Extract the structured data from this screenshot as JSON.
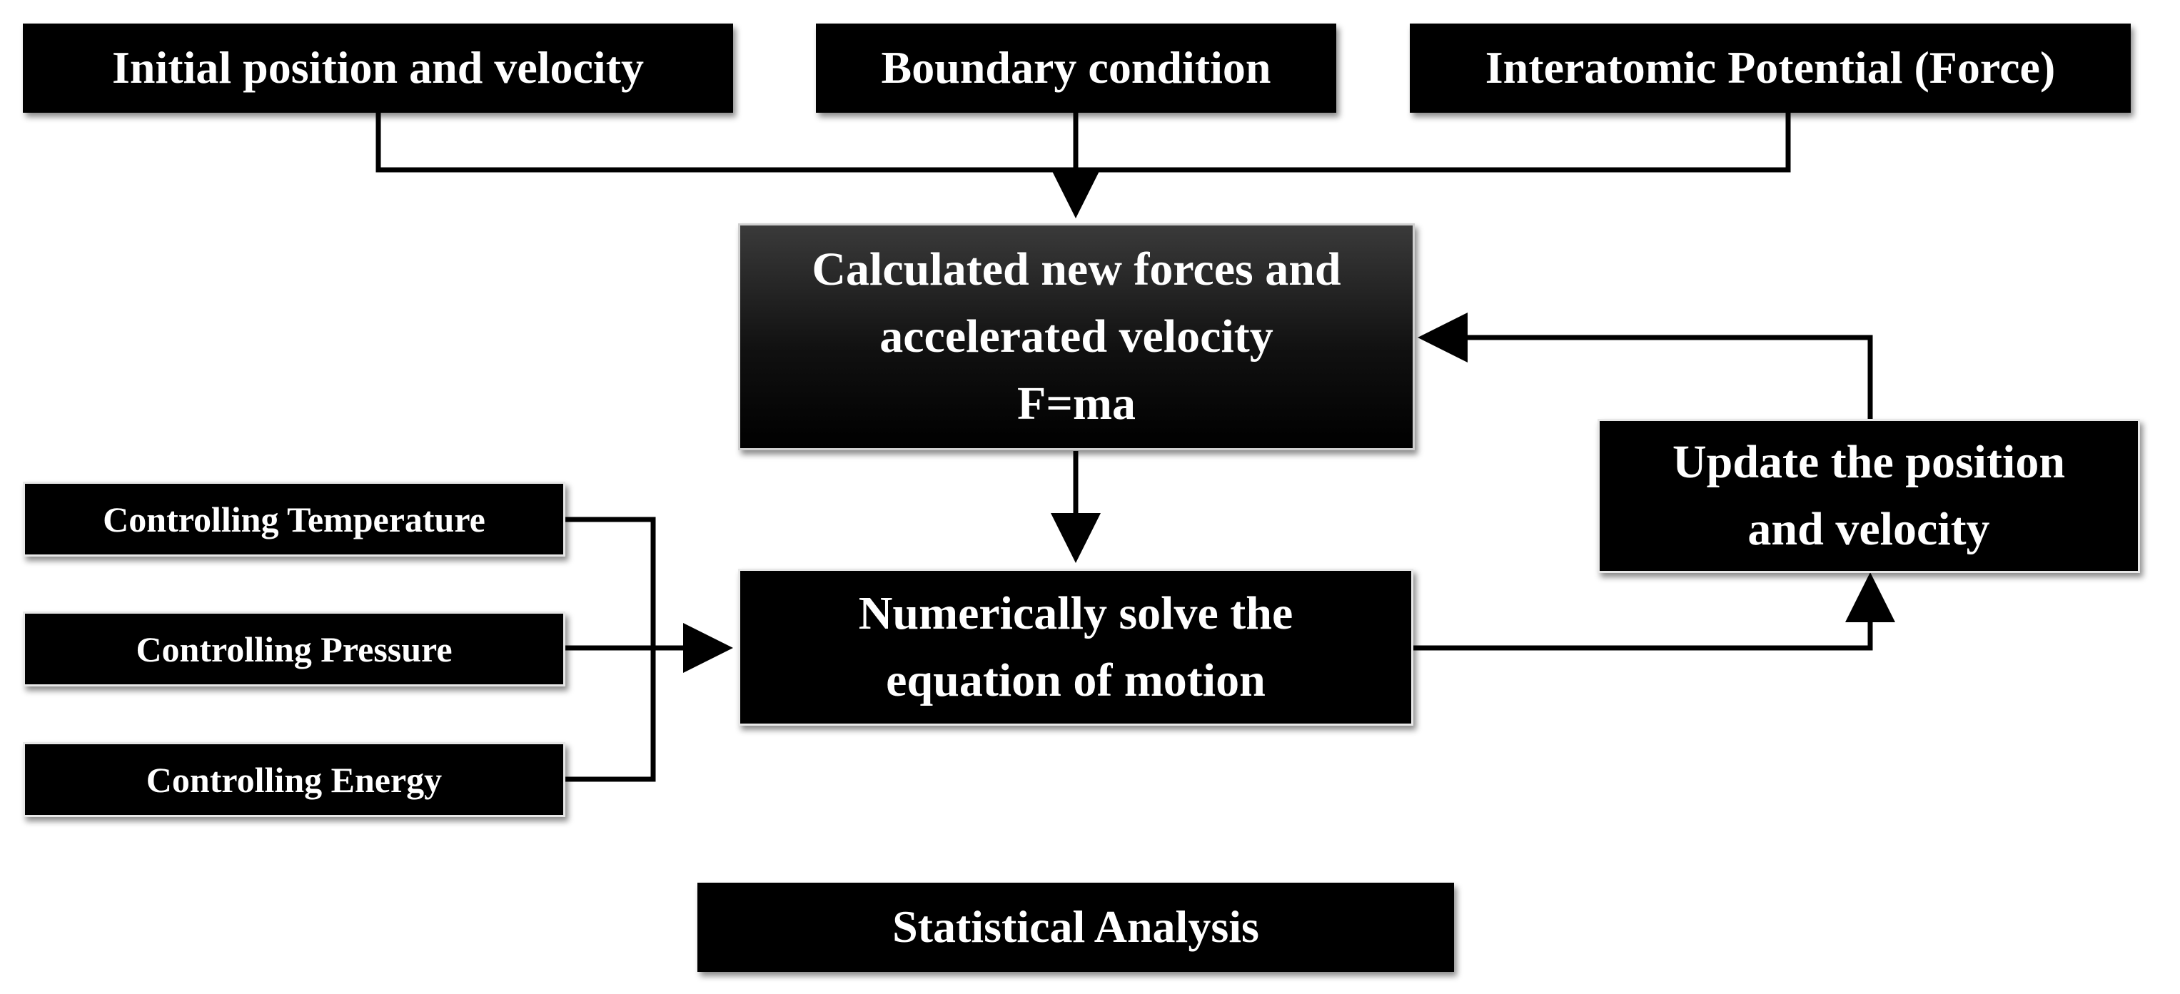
{
  "inputs": {
    "initial": "Initial position and velocity",
    "boundary": "Boundary condition",
    "potential": "Interatomic Potential (Force)"
  },
  "calculate": {
    "line1": "Calculated new forces and",
    "line2": "accelerated velocity",
    "line3": "F=ma"
  },
  "solve": {
    "line1": "Numerically solve the",
    "line2": "equation of motion"
  },
  "update": {
    "line1": "Update the position",
    "line2": "and velocity"
  },
  "controls": {
    "temperature": "Controlling Temperature",
    "pressure": "Controlling Pressure",
    "energy": "Controlling Energy"
  },
  "statistical": "Statistical Analysis",
  "colors": {
    "box": "#000000",
    "text": "#ffffff",
    "line": "#000000"
  }
}
